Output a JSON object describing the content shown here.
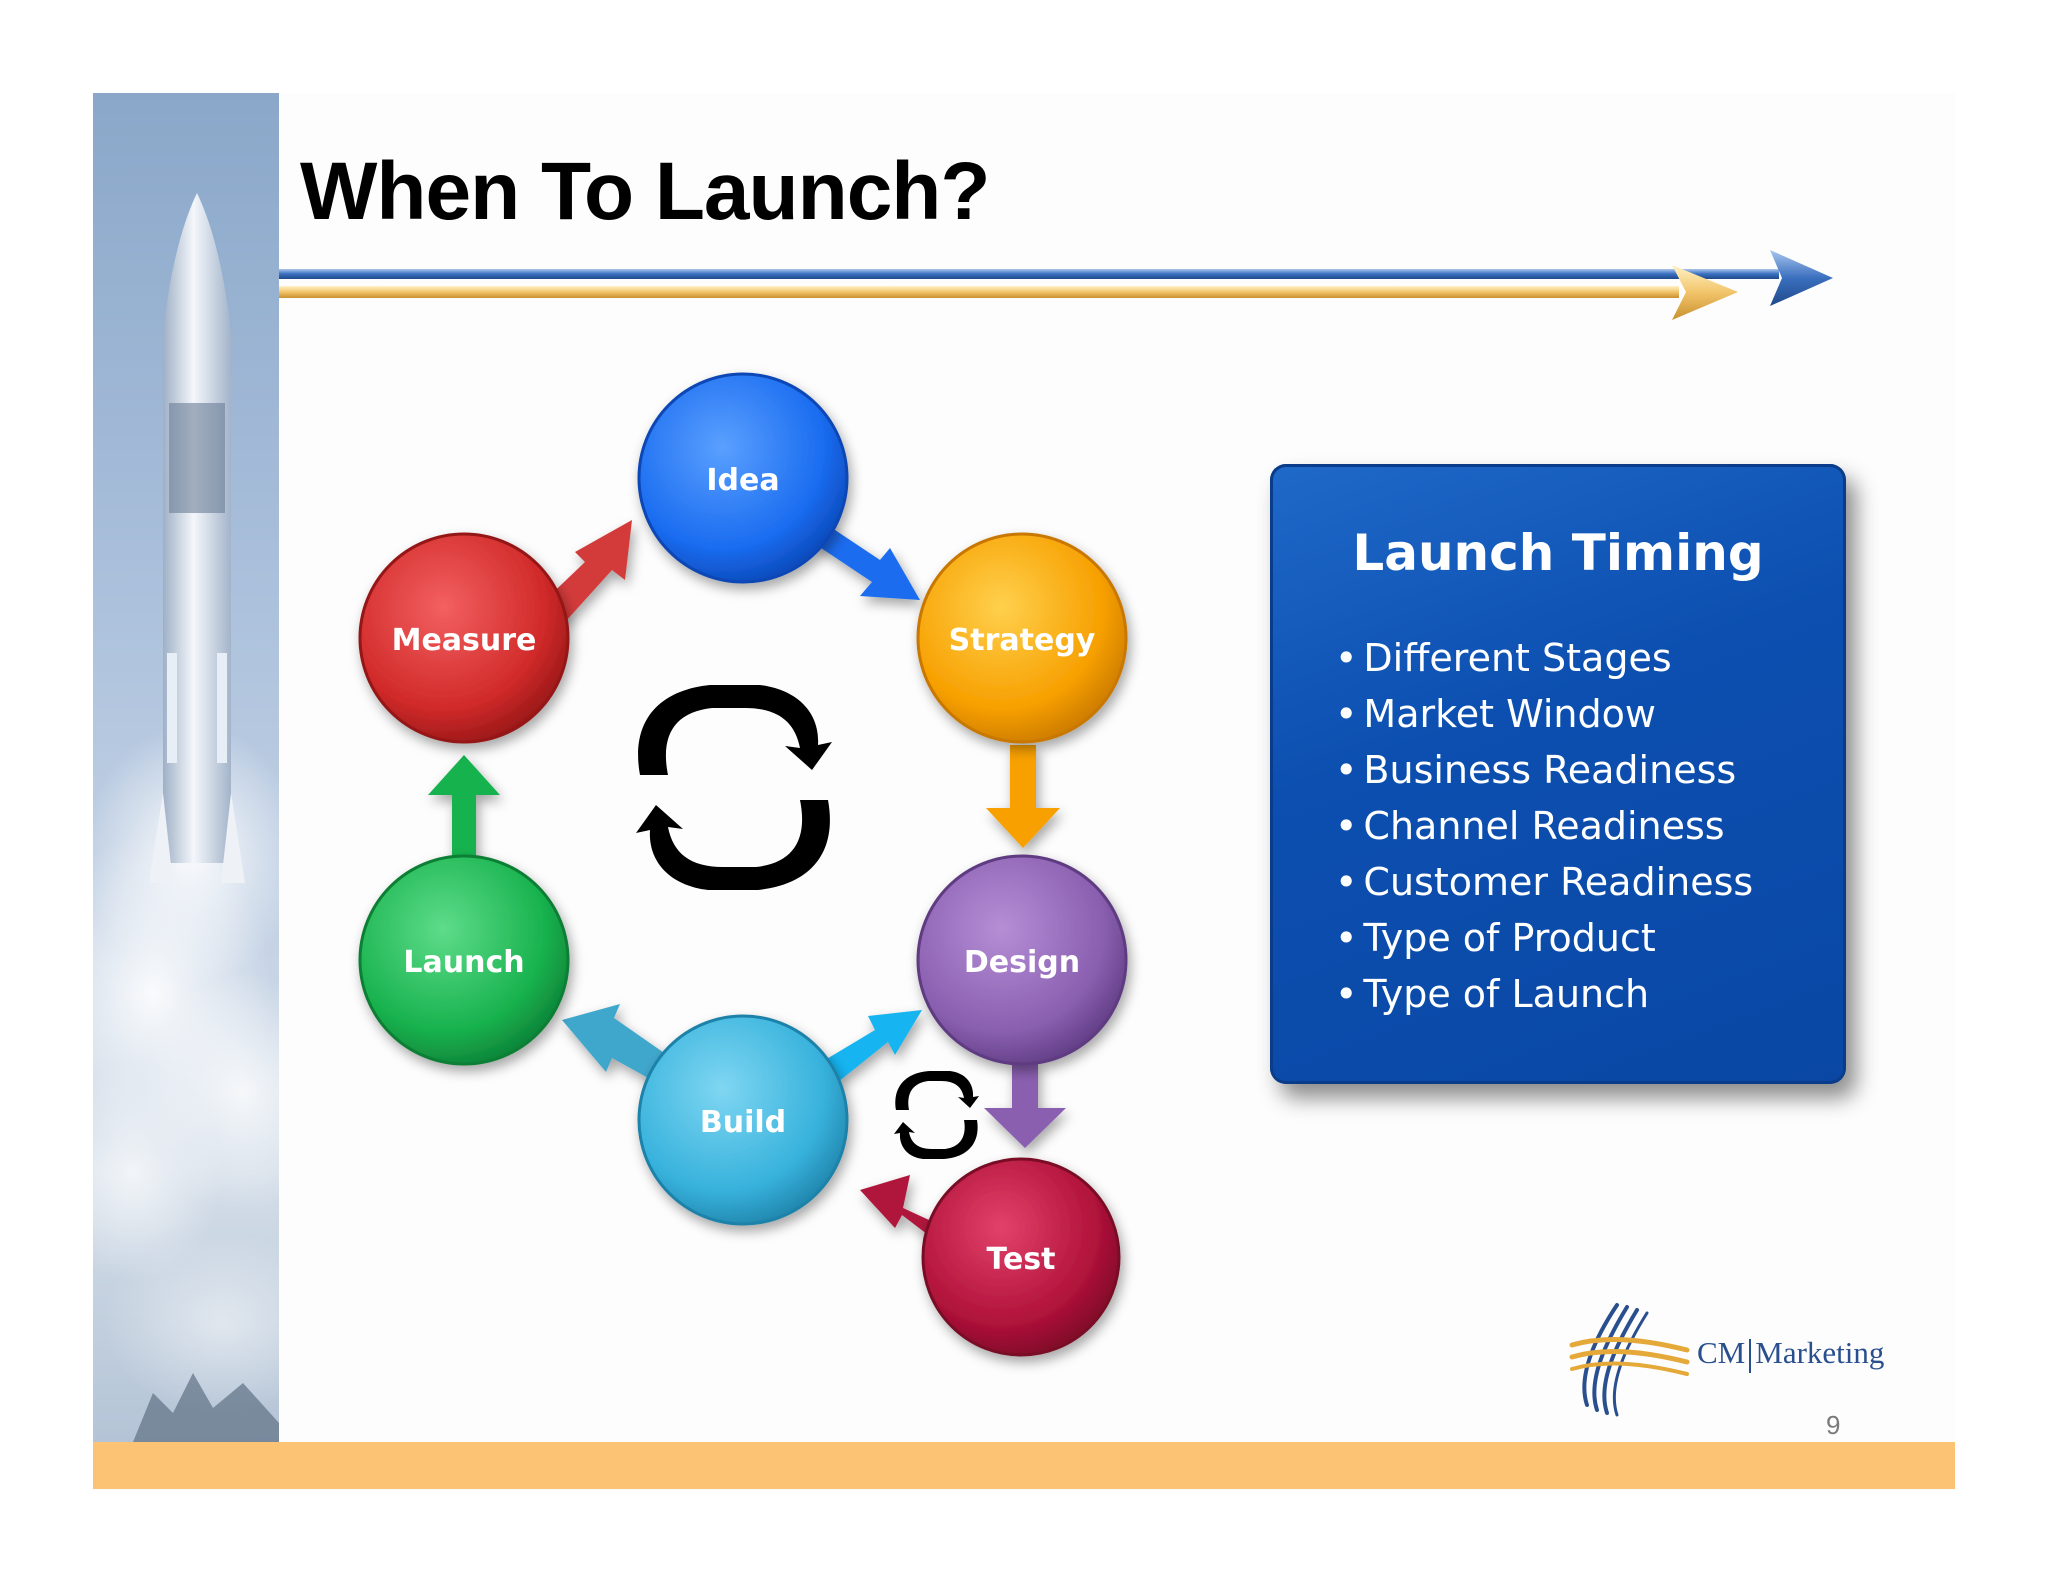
{
  "slide": {
    "title": "When To Launch?",
    "page_number": "9"
  },
  "cycle": {
    "nodes": [
      {
        "key": "idea",
        "label": "Idea",
        "color": "#1a6cf0"
      },
      {
        "key": "strategy",
        "label": "Strategy",
        "color": "#f7a000"
      },
      {
        "key": "design",
        "label": "Design",
        "color": "#8a5fb0"
      },
      {
        "key": "test",
        "label": "Test",
        "color": "#b0123a"
      },
      {
        "key": "build",
        "label": "Build",
        "color": "#37b2dc"
      },
      {
        "key": "launch",
        "label": "Launch",
        "color": "#18b24e"
      },
      {
        "key": "measure",
        "label": "Measure",
        "color": "#d12a2a"
      }
    ]
  },
  "timing": {
    "title": "Launch Timing",
    "items": [
      "Different Stages",
      "Market Window",
      "Business Readiness",
      "Channel Readiness",
      "Customer Readiness",
      "Type of Product",
      "Type of Launch"
    ],
    "color": "#0c4fb0"
  },
  "logo": {
    "brand_left": "CM",
    "brand_right": "Marketing"
  },
  "colors": {
    "accent_bar": "#fdc375",
    "header_arrow_blue": "#3a6fbf",
    "header_arrow_gold": "#f2c46a"
  }
}
